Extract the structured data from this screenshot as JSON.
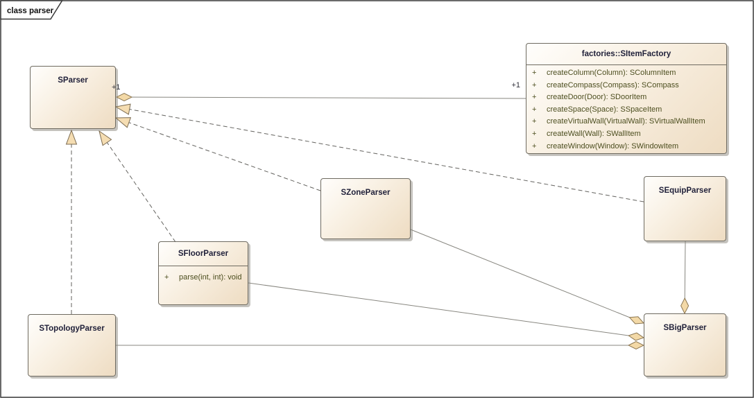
{
  "frame": {
    "title": "class parser"
  },
  "labels": {
    "source_multiplicity": "+1",
    "target_multiplicity": "+1"
  },
  "classes": [
    {
      "name": "SParser"
    },
    {
      "name": "factories::SItemFactory",
      "methods": [
        {
          "vis": "+",
          "sig": "createColumn(Column): SColumnItem"
        },
        {
          "vis": "+",
          "sig": "createCompass(Compass): SCompass"
        },
        {
          "vis": "+",
          "sig": "createDoor(Door): SDoorItem"
        },
        {
          "vis": "+",
          "sig": "createSpace(Space): SSpaceItem"
        },
        {
          "vis": "+",
          "sig": "createVirtualWall(VirtualWall): SVirtualWallItem"
        },
        {
          "vis": "+",
          "sig": "createWall(Wall): SWallItem"
        },
        {
          "vis": "+",
          "sig": "createWindow(Window): SWindowItem"
        }
      ]
    },
    {
      "name": "SZoneParser"
    },
    {
      "name": "SEquipParser"
    },
    {
      "name": "SFloorParser",
      "methods": [
        {
          "vis": "+",
          "sig": "parse(int, int): void"
        }
      ]
    },
    {
      "name": "STopologyParser"
    },
    {
      "name": "SBigParser"
    }
  ],
  "relationships": [
    {
      "from": "SParser",
      "to": "factories::SItemFactory",
      "type": "aggregation",
      "line": "solid",
      "source_label": "+1",
      "target_label": "+1"
    },
    {
      "from": "SEquipParser",
      "to": "SParser",
      "type": "realization",
      "line": "dashed"
    },
    {
      "from": "SZoneParser",
      "to": "SParser",
      "type": "realization",
      "line": "dashed"
    },
    {
      "from": "SFloorParser",
      "to": "SParser",
      "type": "realization",
      "line": "dashed"
    },
    {
      "from": "STopologyParser",
      "to": "SParser",
      "type": "realization",
      "line": "dashed"
    },
    {
      "from": "SZoneParser",
      "to": "SBigParser",
      "type": "aggregation",
      "line": "solid"
    },
    {
      "from": "SFloorParser",
      "to": "SBigParser",
      "type": "aggregation",
      "line": "solid"
    },
    {
      "from": "STopologyParser",
      "to": "SBigParser",
      "type": "aggregation",
      "line": "solid"
    },
    {
      "from": "SEquipParser",
      "to": "SBigParser",
      "type": "aggregation",
      "line": "solid"
    }
  ],
  "colors": {
    "box_fill_light": "#fffefc",
    "box_fill_dark": "#eedcc2",
    "box_border": "#6e6a60",
    "title_text": "#21213a",
    "method_text": "#4c4e1f",
    "connector_solid": "#87867f",
    "connector_dashed": "#63625e",
    "marker_fill": "#f3d9a7",
    "marker_stroke": "#8a7550",
    "frame_border": "#383838"
  }
}
